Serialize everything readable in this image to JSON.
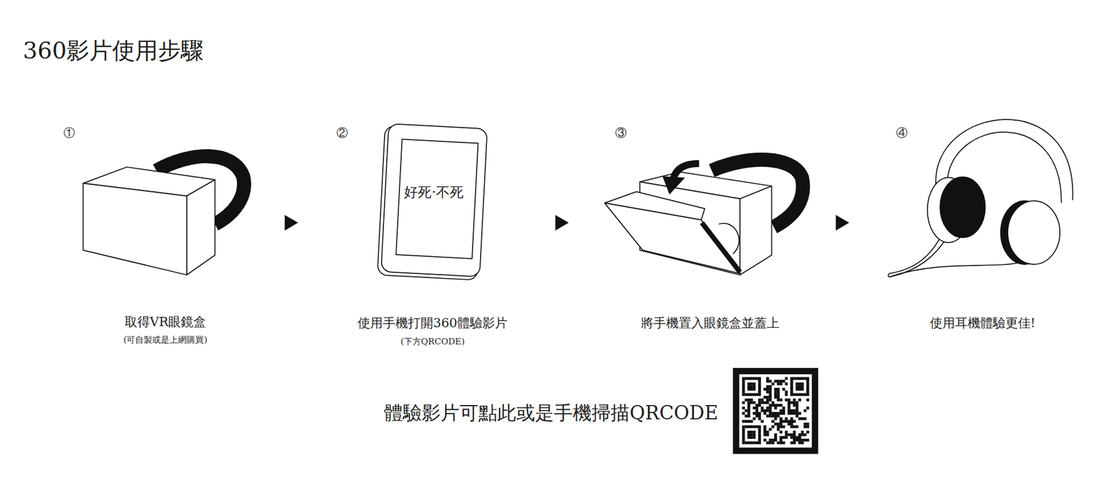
{
  "diagram": {
    "title": "360影片使用步驟",
    "labels": [
      "①",
      "②",
      "③",
      "④",
      "好死·不死",
      "取得VR眼鏡盒",
      "(可自製或是上網購買)",
      "使用手機打開360體驗影片",
      "(下方QRCODE)",
      "將手機置入眼鏡盒並蓋上",
      "使用耳機體驗更佳!",
      "體驗影片可點此或是手機掃描QRCODE"
    ]
  }
}
